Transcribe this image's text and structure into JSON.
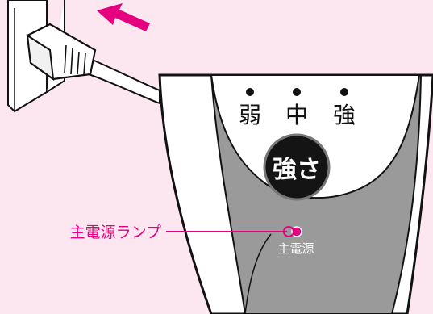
{
  "colors": {
    "background": "#fce6f0",
    "panel_white": "#ffffff",
    "panel_grey": "#9a9a9a",
    "button_dark": "#141414",
    "lamp": "#e4007f",
    "callout": "#e4007f",
    "arrow": "#e4007f",
    "outline": "#111111"
  },
  "speed_levels": [
    {
      "label": "弱"
    },
    {
      "label": "中"
    },
    {
      "label": "強"
    }
  ],
  "strength_button": {
    "label": "強さ"
  },
  "main_power_lamp": {
    "label": "主電源",
    "state": "on"
  },
  "callout": {
    "label": "主電源ランプ"
  },
  "icons": {
    "plug": "power-plug-icon",
    "outlet": "wall-outlet-icon",
    "insert_arrow": "insert-arrow-icon"
  }
}
